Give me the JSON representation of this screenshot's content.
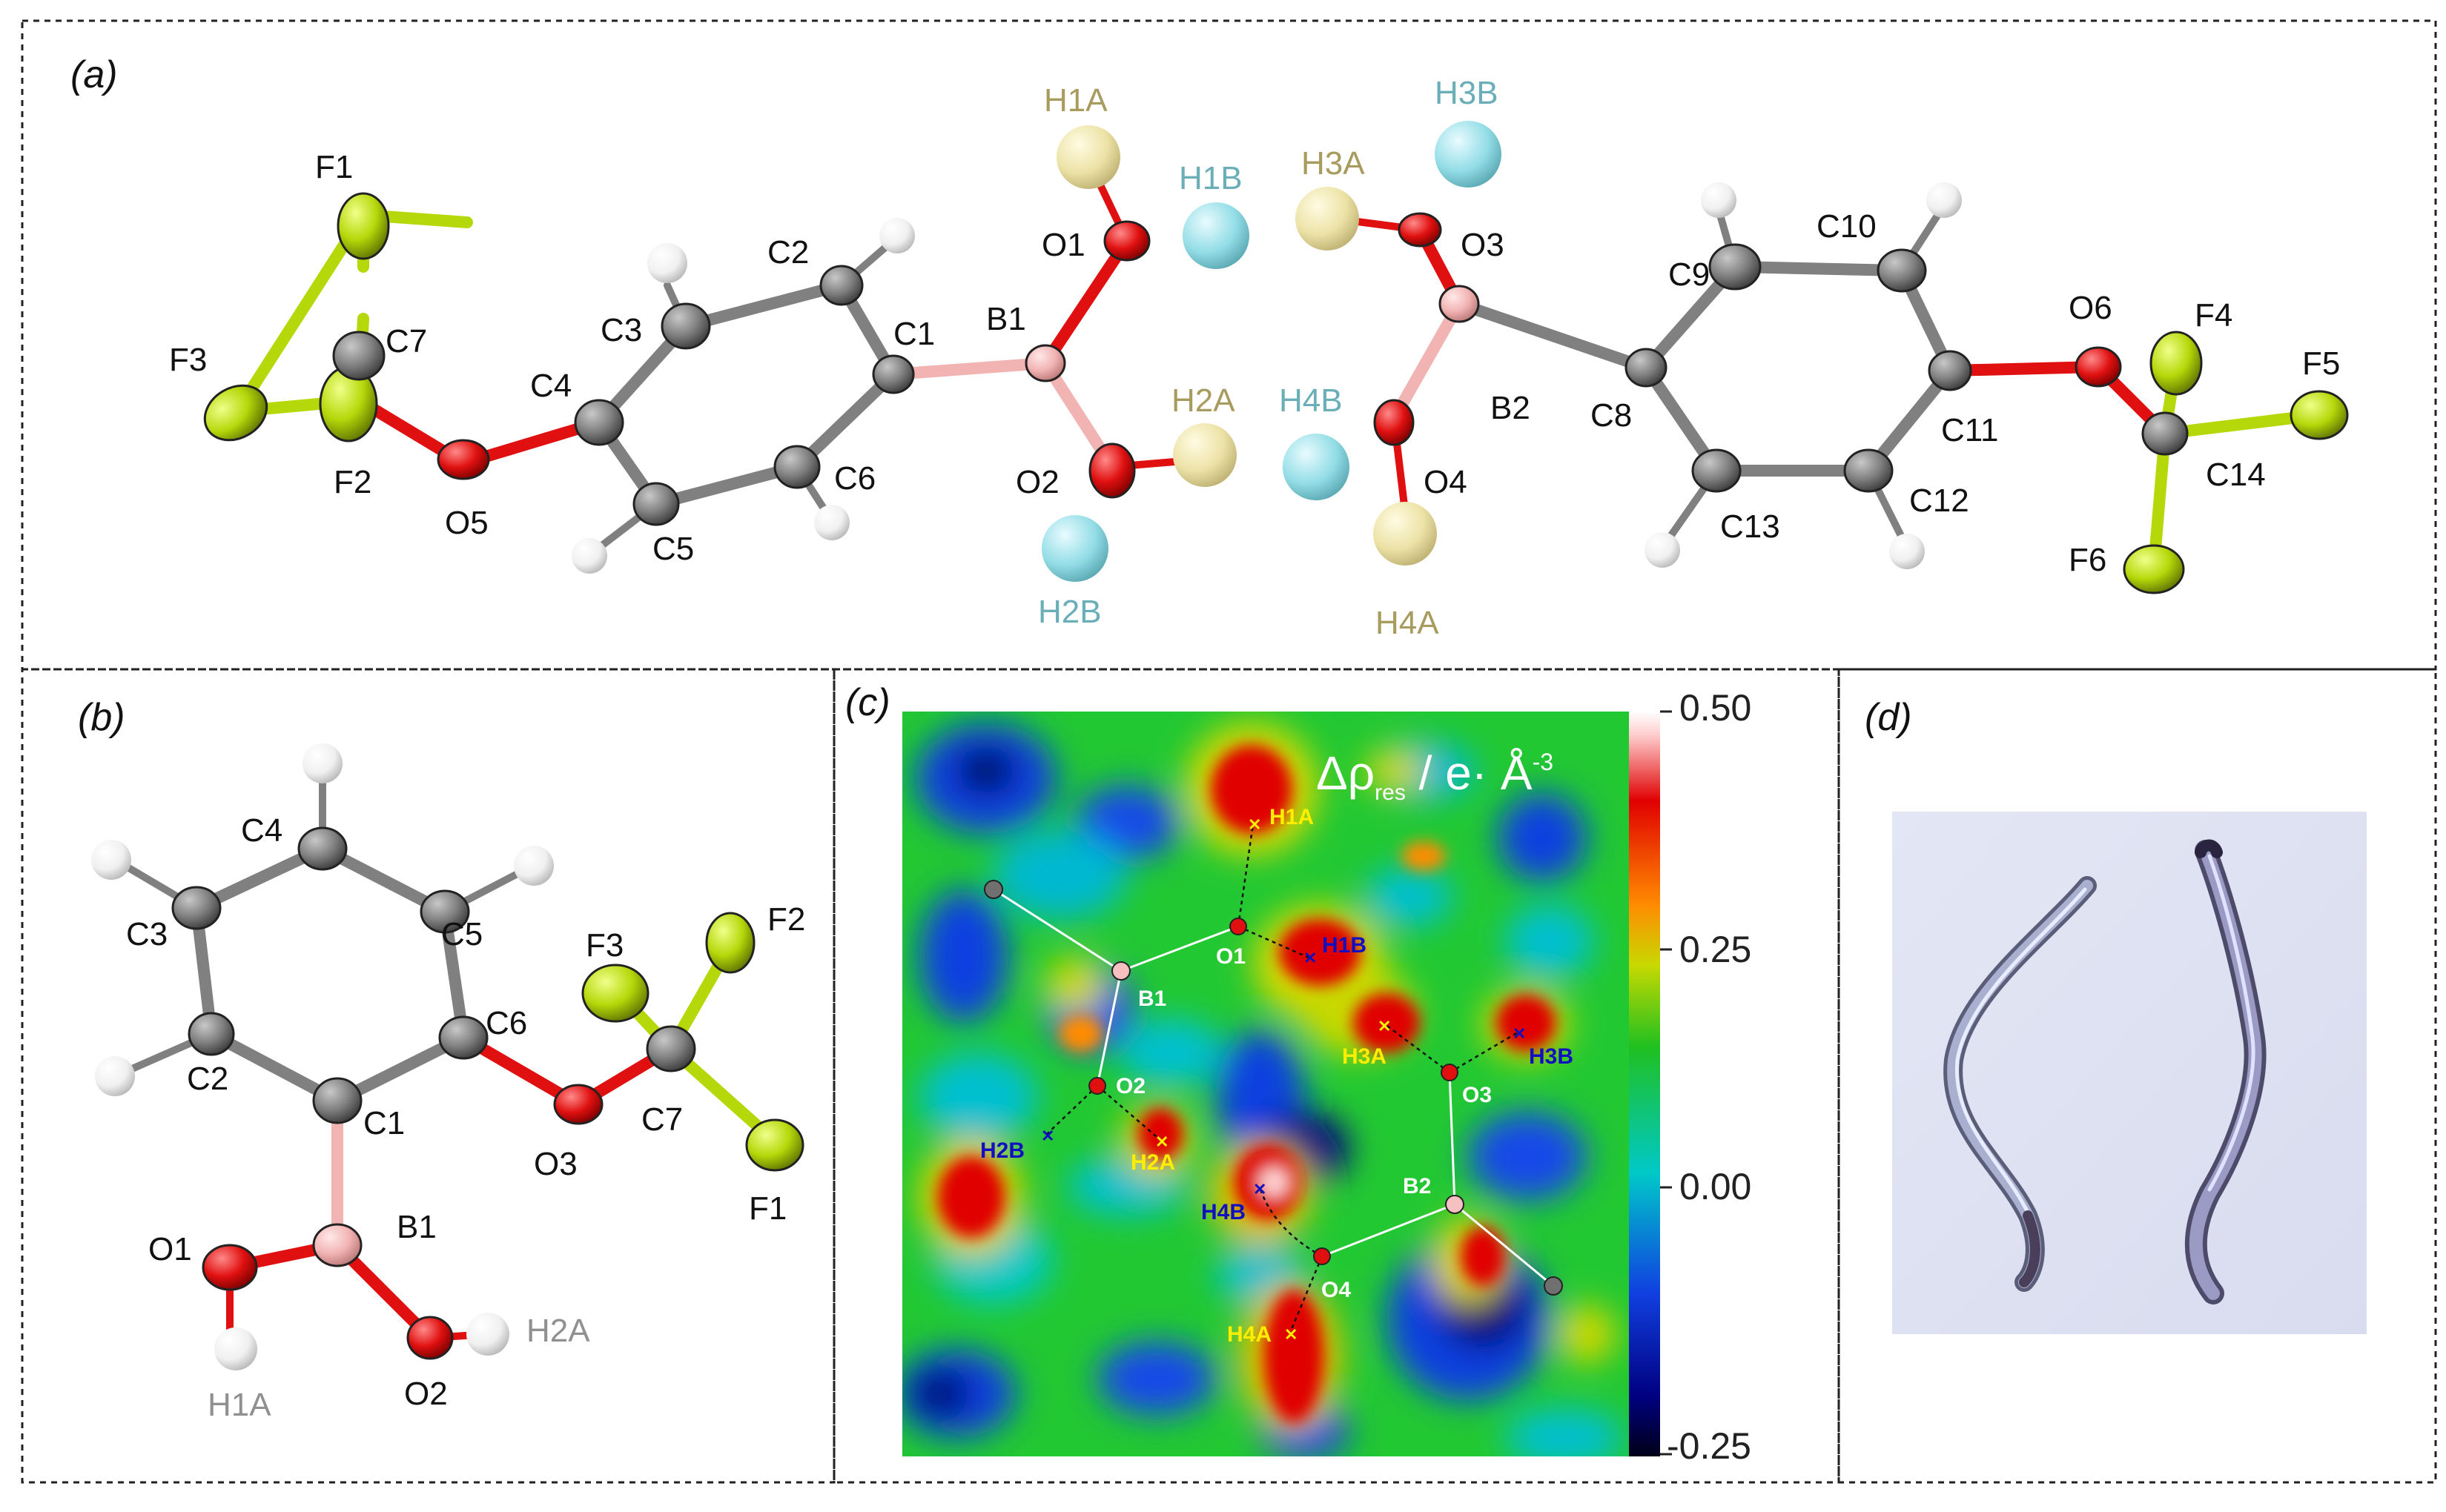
{
  "colors": {
    "carbon": "#808080",
    "oxygen": "#e01010",
    "fluorine": "#b5d80a",
    "boron": "#f2b3b3",
    "hydrogen": "#f2f2f2",
    "h_tan": "#ece2a6",
    "h_cyan": "#93dde6",
    "tan_label": "#a89b5e",
    "cyan_label": "#6aaeb8",
    "grey_label": "#909090"
  },
  "panel_labels": [
    "(a)",
    "(b)",
    "(c)",
    "(d)"
  ],
  "panel_a_atoms": [
    "F1",
    "F3",
    "C7",
    "F2",
    "C4",
    "O5",
    "C3",
    "C2",
    "C5",
    "C1",
    "C6",
    "B1",
    "O1",
    "O2",
    "H1A",
    "H1B",
    "H2A",
    "H2B",
    "H3A",
    "H3B",
    "H4A",
    "H4B",
    "O3",
    "O4",
    "B2",
    "C8",
    "C9",
    "C10",
    "C11",
    "C12",
    "C13",
    "O6",
    "F4",
    "F5",
    "C14",
    "F6"
  ],
  "panel_b_atoms": [
    "C4",
    "C3",
    "C5",
    "F3",
    "F2",
    "C6",
    "C2",
    "C1",
    "C7",
    "O3",
    "F1",
    "O1",
    "B1",
    "O2",
    "H2A",
    "H1A"
  ],
  "panel_c": {
    "title_prefix": "Δρ",
    "title_sub": "res",
    "title_suffix": " / e· Å",
    "title_sup": "-3",
    "atoms": [
      "H1A",
      "O1",
      "H1B",
      "B1",
      "H3A",
      "H3B",
      "O2",
      "O3",
      "H2B",
      "H2A",
      "B2",
      "H4B",
      "O4",
      "H4A"
    ]
  },
  "colorbar": {
    "ticks": [
      "0.50",
      "0.25",
      "0.00",
      "-0.25"
    ],
    "range": [
      -0.25,
      0.5
    ]
  }
}
